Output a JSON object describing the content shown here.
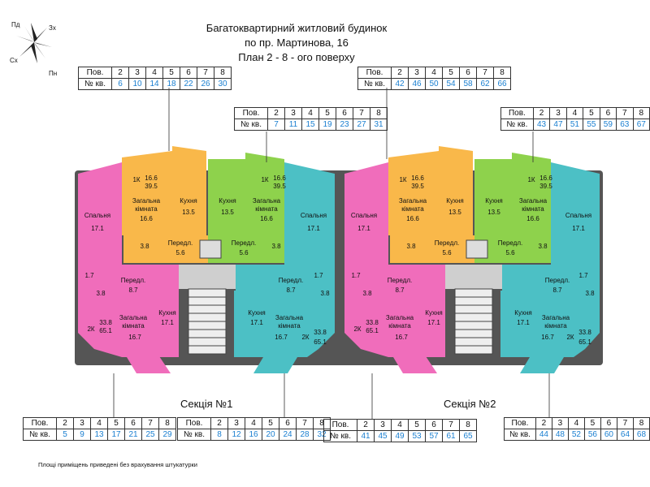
{
  "header": {
    "line1": "Багатоквартирний житловий будинок",
    "line2": "по пр. Мартинова, 16",
    "line3": "План 2 - 8 - ого поверху"
  },
  "compass": {
    "n": "Пд",
    "ne": "Зх",
    "sw": "Сх",
    "se": "Пн"
  },
  "table_labels": {
    "floor": "Пов.",
    "apt": "№ кв."
  },
  "floors": [
    "2",
    "3",
    "4",
    "5",
    "6",
    "7",
    "8"
  ],
  "tables": {
    "t1": [
      "6",
      "10",
      "14",
      "18",
      "22",
      "26",
      "30"
    ],
    "t2": [
      "7",
      "11",
      "15",
      "19",
      "23",
      "27",
      "31"
    ],
    "t3": [
      "42",
      "46",
      "50",
      "54",
      "58",
      "62",
      "66"
    ],
    "t4": [
      "43",
      "47",
      "51",
      "55",
      "59",
      "63",
      "67"
    ],
    "t5": [
      "5",
      "9",
      "13",
      "17",
      "21",
      "25",
      "29"
    ],
    "t6": [
      "8",
      "12",
      "16",
      "20",
      "24",
      "28",
      "32"
    ],
    "t7": [
      "41",
      "45",
      "49",
      "53",
      "57",
      "61",
      "65"
    ],
    "t8": [
      "44",
      "48",
      "52",
      "56",
      "60",
      "64",
      "68"
    ]
  },
  "sections": {
    "s1": "Секція №1",
    "s2": "Секція №2"
  },
  "rooms": {
    "bedroom": "Спальня",
    "living1": "Загальна",
    "living2": "кімната",
    "kitchen": "Кухня",
    "hall": "Передл.",
    "a17_1": "17.1",
    "a16_6": "16.6",
    "a13_5": "13.5",
    "a3_8": "3.8",
    "a5_6": "5.6",
    "a1_7": "1.7",
    "a8_7": "8.7",
    "a16_7": "16.7",
    "k1": "1К",
    "k2": "2К",
    "k1a": "16.6",
    "k1b": "39.5",
    "k2a": "33.8",
    "k2b": "65.1"
  },
  "note": "Площі приміщень приведені без врахування штукатурки"
}
